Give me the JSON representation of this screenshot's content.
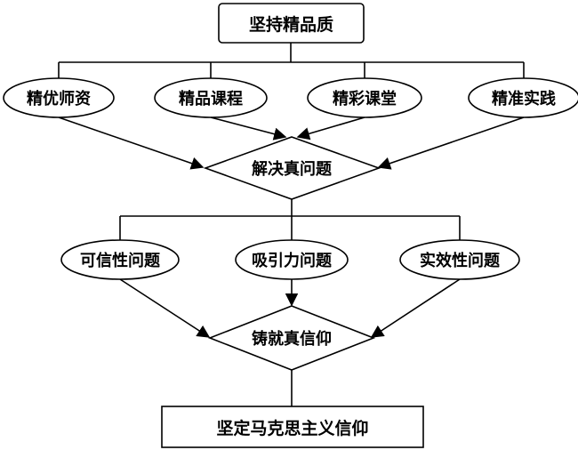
{
  "top_goal": "坚持精品质",
  "tier1": [
    "精优师资",
    "精品课程",
    "精彩课堂",
    "精准实践"
  ],
  "solve": "解决真问题",
  "tier2": [
    "可信性问题",
    "吸引力问题",
    "实效性问题"
  ],
  "forge": "铸就真信仰",
  "final_goal": "坚定马克思主义信仰"
}
